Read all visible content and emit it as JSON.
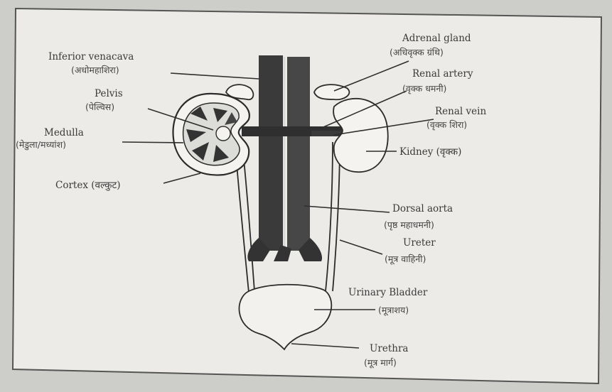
{
  "labels": {
    "inferior_venacava": {
      "en": "Inferior venacava",
      "hi": "(अधोमहाशिरा)"
    },
    "pelvis": {
      "en": "Pelvis",
      "hi": "(पेल्विस)"
    },
    "medulla": {
      "en": "Medulla",
      "hi": "(मेडुला/मध्यांश)"
    },
    "cortex": {
      "en": "Cortex (वल्कुट)"
    },
    "adrenal_gland": {
      "en": "Adrenal gland",
      "hi": "(अधिवृक्क ग्रंथि)"
    },
    "renal_artery": {
      "en": "Renal artery",
      "hi": "(वृक्क धमनी)"
    },
    "renal_vein": {
      "en": "Renal vein",
      "hi": "(वृक्क शिरा)"
    },
    "kidney": {
      "en": "Kidney (वृक्क)"
    },
    "dorsal_aorta": {
      "en": "Dorsal aorta",
      "hi": "(पृष्ठ महाधमनी)"
    },
    "ureter": {
      "en": "Ureter",
      "hi": "(मूत्र वाहिनी)"
    },
    "urinary_bladder": {
      "en": "Urinary Bladder",
      "hi": "(मूत्राशय)"
    },
    "urethra": {
      "en": "Urethra",
      "hi": "(मूत्र मार्ग)"
    }
  }
}
